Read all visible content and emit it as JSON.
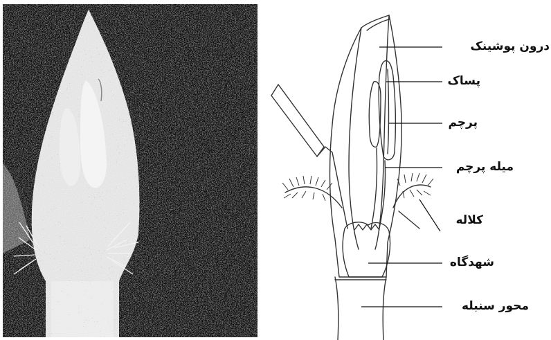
{
  "figure": {
    "labels": [
      {
        "id": "inner-glume",
        "text": "درون پوشینک"
      },
      {
        "id": "anther",
        "text": "پساک"
      },
      {
        "id": "stamen",
        "text": "پرچم"
      },
      {
        "id": "filament",
        "text": "میله پرچم"
      },
      {
        "id": "stigma",
        "text": "کلاله"
      },
      {
        "id": "ovary",
        "text": "شهدگاه"
      },
      {
        "id": "rachis",
        "text": "محور سنبله"
      }
    ]
  }
}
